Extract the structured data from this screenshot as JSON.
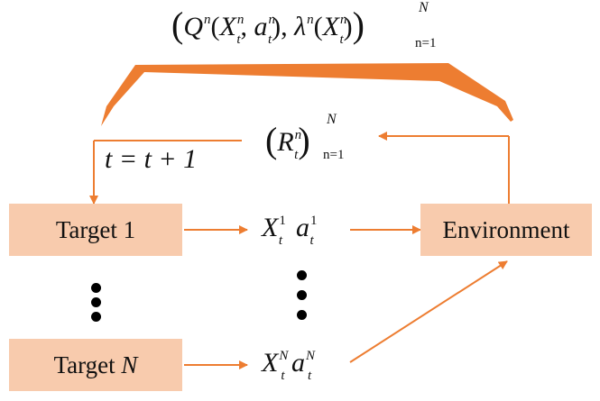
{
  "top_label": {
    "Q": "Q",
    "n_sup": "n",
    "X": "X",
    "t_sub": "t",
    "a": "a",
    "lambda": "λ",
    "N_sup": "N",
    "n_eq_1": "n=1"
  },
  "reward_label": {
    "R": "R",
    "n_sup": "n",
    "t_sub": "t",
    "N_sup": "N",
    "n_eq_1": "n=1"
  },
  "update_label": "t = t + 1",
  "boxes": {
    "target1": "Target 1",
    "targetN_prefix": "Target ",
    "targetN_var": "N",
    "environment": "Environment"
  },
  "state_action_1": {
    "X": "X",
    "sup": "1",
    "t_sub": "t",
    "a": "a"
  },
  "state_action_N": {
    "X": "X",
    "sup": "N",
    "t_sub": "t",
    "a": "a"
  },
  "colors": {
    "box_fill": "#f8cbad",
    "arrow": "#ed7d31"
  }
}
